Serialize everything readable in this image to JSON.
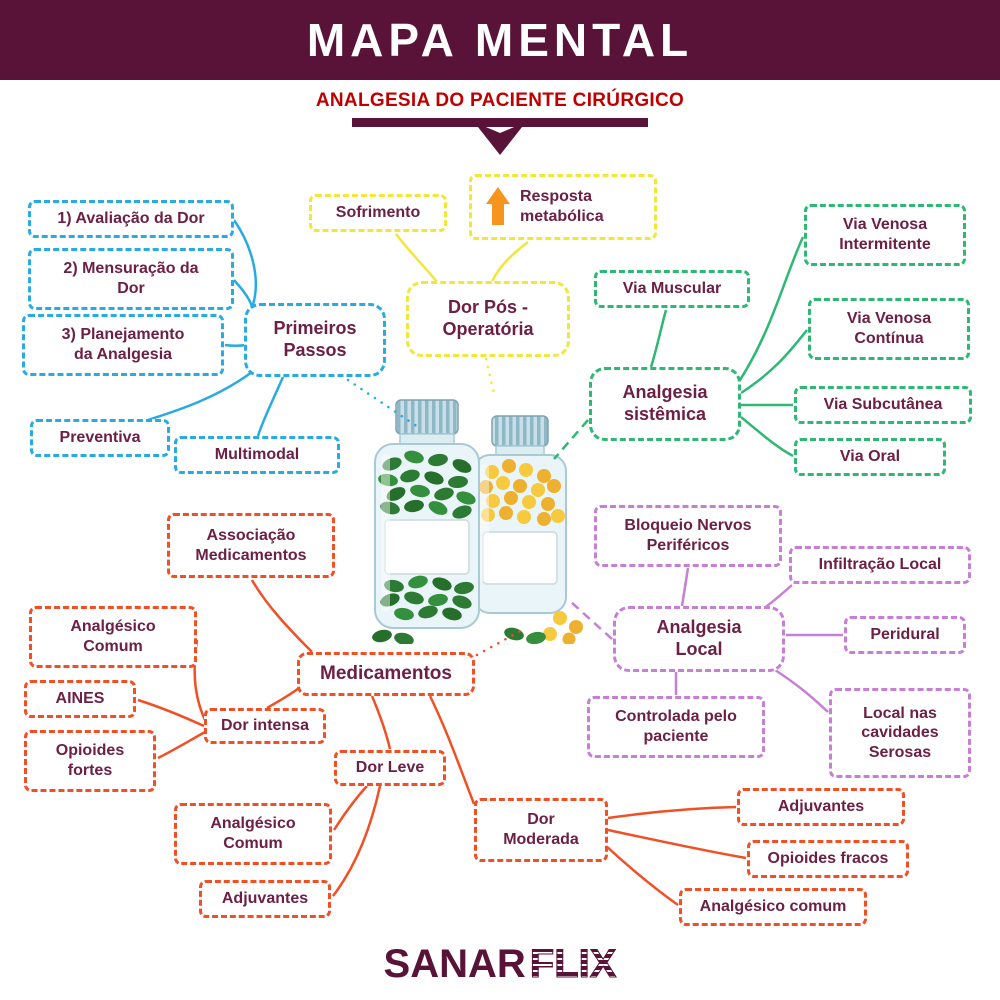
{
  "header": {
    "title": "MAPA MENTAL"
  },
  "subtitle": "ANALGESIA DO PACIENTE CIRÚRGICO",
  "branches": {
    "primeiros_passos": {
      "hub": "Primeiros\nPassos",
      "avaliacao": "1) Avaliação da Dor",
      "mensuracao": "2) Mensuração da\nDor",
      "planejamento": "3) Planejamento\nda Analgesia",
      "preventiva": "Preventiva",
      "multimodal": "Multimodal"
    },
    "dor_pos_operatoria": {
      "hub": "Dor Pós -\nOperatória",
      "sofrimento": "Sofrimento",
      "resposta_metabolica": "Resposta\nmetabólica"
    },
    "analgesia_sistemica": {
      "hub": "Analgesia\nsistêmica",
      "via_muscular": "Via Muscular",
      "via_venosa_intermitente": "Via Venosa\nIntermitente",
      "via_venosa_continua": "Via Venosa\nContínua",
      "via_subcutanea": "Via Subcutânea",
      "via_oral": "Via Oral"
    },
    "analgesia_local": {
      "hub": "Analgesia\nLocal",
      "bloqueio_nervos": "Bloqueio Nervos\nPeriféricos",
      "infiltracao_local": "Infiltração Local",
      "peridural": "Peridural",
      "controlada_paciente": "Controlada pelo\npaciente",
      "cavidades_serosas": "Local nas\ncavidades\nSerosas"
    },
    "medicamentos": {
      "hub": "Medicamentos",
      "associacao": "Associação\nMedicamentos",
      "dor_intensa": "Dor intensa",
      "dor_intensa_analgesico": "Analgésico\nComum",
      "dor_intensa_aines": "AINES",
      "dor_intensa_opioides": "Opioides\nfortes",
      "dor_leve": "Dor Leve",
      "dor_leve_analgesico": "Analgésico\nComum",
      "dor_leve_adjuvantes": "Adjuvantes",
      "dor_moderada": "Dor\nModerada",
      "dor_moderada_adjuvantes": "Adjuvantes",
      "dor_moderada_opioides": "Opioides fracos",
      "dor_moderada_analgesico": "Analgésico comum"
    }
  },
  "footer": {
    "sanar": "SANAR",
    "flix": "FLIX"
  },
  "colors": {
    "header_bg": "#5a1338",
    "subtitle_text": "#c00000",
    "node_text": "#6d2045",
    "blue": "#29abe2",
    "yellow": "#f2e63a",
    "green": "#2eb873",
    "purple": "#c77fd6",
    "orange": "#f14f24"
  }
}
